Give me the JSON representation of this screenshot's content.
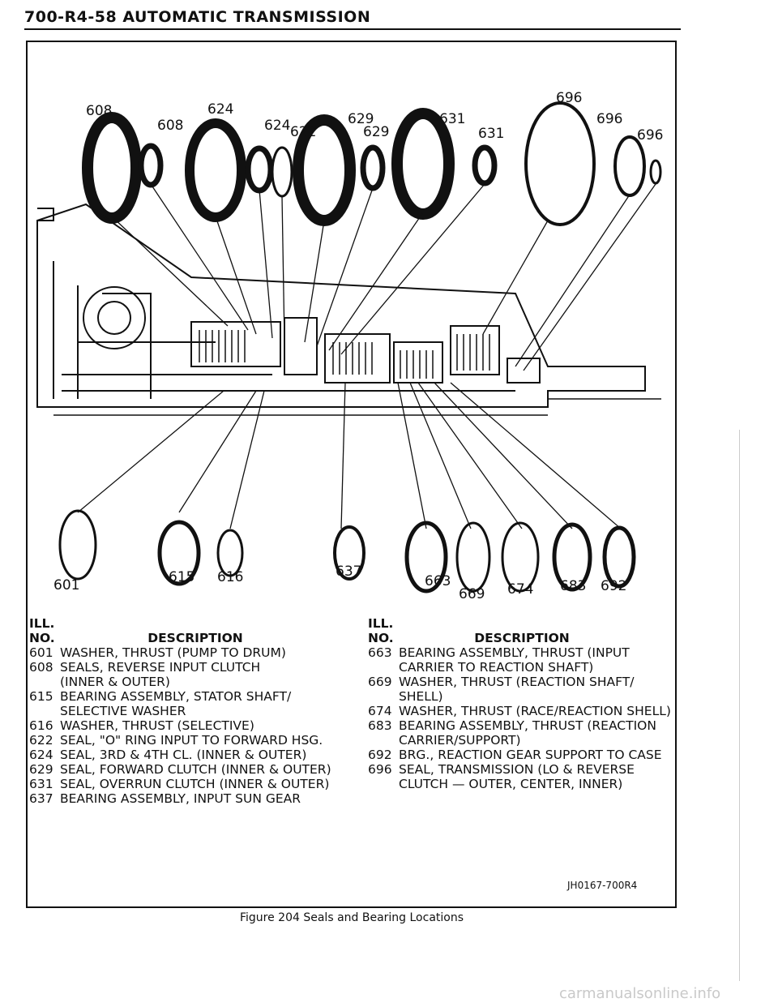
{
  "header": {
    "title": "700-R4-58 AUTOMATIC TRANSMISSION"
  },
  "diagram": {
    "top_callouts": [
      "608",
      "608",
      "624",
      "624",
      "622",
      "629",
      "629",
      "631",
      "631",
      "696",
      "696",
      "696"
    ],
    "bottom_callouts": [
      "601",
      "615",
      "616",
      "637",
      "663",
      "669",
      "674",
      "683",
      "692"
    ]
  },
  "legend": {
    "ill_label": "ILL.",
    "no_label": "NO.",
    "description_label": "DESCRIPTION",
    "left": [
      {
        "num": "601",
        "lines": [
          "WASHER, THRUST (PUMP TO DRUM)"
        ]
      },
      {
        "num": "608",
        "lines": [
          "SEALS, REVERSE INPUT CLUTCH",
          "(INNER & OUTER)"
        ]
      },
      {
        "num": "615",
        "lines": [
          "BEARING ASSEMBLY, STATOR SHAFT/",
          "SELECTIVE WASHER"
        ]
      },
      {
        "num": "616",
        "lines": [
          "WASHER, THRUST (SELECTIVE)"
        ]
      },
      {
        "num": "622",
        "lines": [
          "SEAL, \"O\" RING INPUT TO FORWARD HSG."
        ]
      },
      {
        "num": "624",
        "lines": [
          "SEAL, 3RD & 4TH CL. (INNER & OUTER)"
        ]
      },
      {
        "num": "629",
        "lines": [
          "SEAL, FORWARD CLUTCH (INNER & OUTER)"
        ]
      },
      {
        "num": "631",
        "lines": [
          "SEAL, OVERRUN CLUTCH (INNER & OUTER)"
        ]
      },
      {
        "num": "637",
        "lines": [
          "BEARING ASSEMBLY, INPUT SUN GEAR"
        ]
      }
    ],
    "right": [
      {
        "num": "663",
        "lines": [
          "BEARING ASSEMBLY, THRUST (INPUT",
          "CARRIER TO REACTION SHAFT)"
        ]
      },
      {
        "num": "669",
        "lines": [
          "WASHER, THRUST (REACTION SHAFT/",
          "SHELL)"
        ]
      },
      {
        "num": "674",
        "lines": [
          "WASHER, THRUST (RACE/REACTION SHELL)"
        ]
      },
      {
        "num": "683",
        "lines": [
          "BEARING ASSEMBLY, THRUST (REACTION",
          "CARRIER/SUPPORT)"
        ]
      },
      {
        "num": "692",
        "lines": [
          "BRG., REACTION GEAR SUPPORT TO CASE"
        ]
      },
      {
        "num": "696",
        "lines": [
          "SEAL, TRANSMISSION (LO & REVERSE",
          "CLUTCH — OUTER, CENTER, INNER)"
        ]
      }
    ]
  },
  "figure_code": "JH0167-700R4",
  "caption": "Figure 204 Seals and Bearing Locations",
  "watermark": "carmanualsonline.info"
}
